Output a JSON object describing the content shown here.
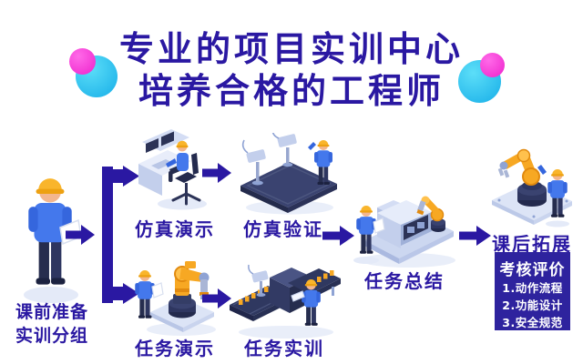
{
  "title": {
    "line1": "专业的项目实训中心",
    "line2": "培养合格的工程师"
  },
  "colors": {
    "title_text": "#2a18a2",
    "arrow": "#2a18a2",
    "assessment_box_bg": "#2e239e",
    "assessment_box_text": "#ffffff",
    "ball_cyan": "#1fb9ec",
    "ball_pink": "#f433d6",
    "machine_orange": "#f7a823",
    "machine_navy": "#2e3660",
    "worker_shirt": "#4478ec"
  },
  "flow": {
    "prep": {
      "label_line1": "课前准备",
      "label_line2": "实训分组",
      "icon": "worker-with-clipboard-illustration"
    },
    "sim_demo": {
      "label": "仿真演示",
      "icon": "control-console-illustration"
    },
    "sim_verify": {
      "label": "仿真验证",
      "icon": "test-platform-illustration"
    },
    "task_demo": {
      "label": "任务演示",
      "icon": "robot-arm-illustration"
    },
    "task_practice": {
      "label": "任务实训",
      "icon": "production-line-illustration"
    },
    "task_summary": {
      "label": "任务总结",
      "icon": "machine-with-robot-arm-illustration"
    },
    "after_class": {
      "label": "课后拓展",
      "icon": "large-robot-arm-illustration"
    }
  },
  "assessment": {
    "heading": "考核评价",
    "items": [
      "1.动作流程",
      "2.功能设计",
      "3.安全规范"
    ]
  }
}
